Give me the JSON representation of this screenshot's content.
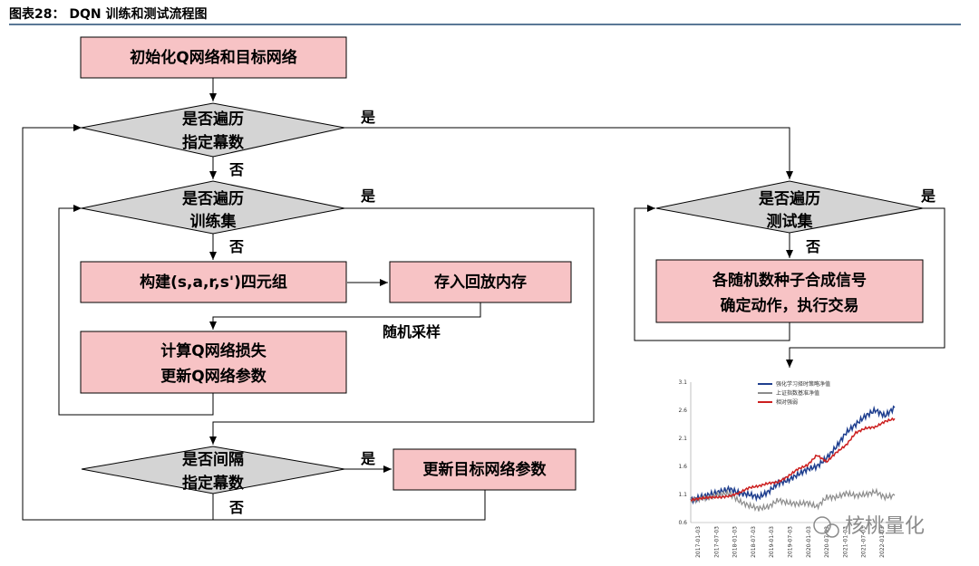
{
  "figure_title": "图表28：  DQN 训练和测试流程图",
  "nodes": {
    "init": "初始化Q网络和目标网络",
    "d_episodes_1": "是否遍历",
    "d_episodes_2": "指定幕数",
    "d_train_1": "是否遍历",
    "d_train_2": "训练集",
    "build_tuple": "构建(s,a,r,s')四元组",
    "store_memory": "存入回放内存",
    "compute_loss_1": "计算Q网络损失",
    "compute_loss_2": "更新Q网络参数",
    "d_interval_1": "是否间隔",
    "d_interval_2": "指定幕数",
    "update_target": "更新目标网络参数",
    "d_test_1": "是否遍历",
    "d_test_2": "测试集",
    "trade_1": "各随机数种子合成信号",
    "trade_2": "确定动作，执行交易"
  },
  "edge_labels": {
    "yes": "是",
    "no": "否",
    "random_sample": "随机采样"
  },
  "colors": {
    "process_fill": "#f7c3c5",
    "decision_fill": "#d4d4d4",
    "rule": "#5a7896",
    "strategy": "#1f3f8f",
    "benchmark": "#8c8c8c",
    "relative": "#cc1f1f"
  },
  "chart_data": {
    "type": "line",
    "ylim": [
      0.6,
      3.1
    ],
    "yticks": [
      "3.1",
      "2.6",
      "2.1",
      "1.6",
      "1.1",
      "0.6"
    ],
    "xticks": [
      "2017-01-03",
      "2017-07-03",
      "2018-01-03",
      "2018-07-03",
      "2019-01-03",
      "2019-07-03",
      "2020-01-03",
      "2020-07-03",
      "2021-01-03",
      "2021-07-03",
      "2022-01-03"
    ],
    "legend": [
      "强化学习择时策略净值",
      "上证指数基准净值",
      "相对强弱"
    ],
    "x": [
      "2017-01",
      "2017-04",
      "2017-07",
      "2017-10",
      "2018-01",
      "2018-04",
      "2018-07",
      "2018-10",
      "2019-01",
      "2019-04",
      "2019-07",
      "2019-10",
      "2020-01",
      "2020-04",
      "2020-07",
      "2020-10",
      "2021-01",
      "2021-04",
      "2021-07",
      "2021-10",
      "2022-01",
      "2022-04"
    ],
    "series": [
      {
        "name": "强化学习择时策略净值",
        "values": [
          1.0,
          1.05,
          1.1,
          1.15,
          1.2,
          1.12,
          1.1,
          1.05,
          1.15,
          1.3,
          1.35,
          1.45,
          1.55,
          1.6,
          1.75,
          1.95,
          2.2,
          2.35,
          2.5,
          2.6,
          2.5,
          2.65
        ]
      },
      {
        "name": "上证指数基准净值",
        "values": [
          1.0,
          1.02,
          1.05,
          1.1,
          1.12,
          0.98,
          0.9,
          0.85,
          0.88,
          1.0,
          0.95,
          0.93,
          0.95,
          0.88,
          1.05,
          1.05,
          1.12,
          1.08,
          1.1,
          1.15,
          1.05,
          1.08
        ]
      },
      {
        "name": "相对强弱",
        "values": [
          1.0,
          1.03,
          1.05,
          1.05,
          1.07,
          1.13,
          1.22,
          1.25,
          1.3,
          1.32,
          1.42,
          1.55,
          1.62,
          1.8,
          1.68,
          1.85,
          1.98,
          2.2,
          2.28,
          2.3,
          2.4,
          2.45
        ]
      }
    ]
  },
  "watermark": "核桃量化"
}
